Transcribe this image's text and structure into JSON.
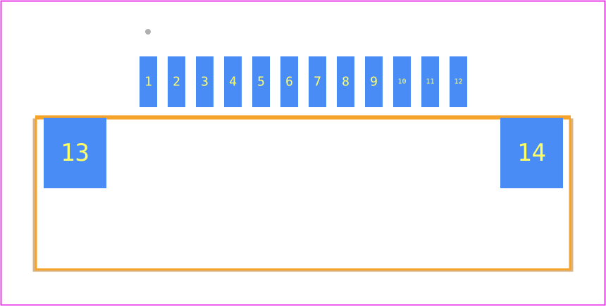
{
  "colors": {
    "border": "#e83ee8",
    "pad": "#4a8cf6",
    "pad_label": "#ffff66",
    "body_outline": "#f5a32a",
    "body_outline_shadow": "#d8b48a",
    "origin_marker": "#b0b0b0"
  },
  "signal_pads": [
    "1",
    "2",
    "3",
    "4",
    "5",
    "6",
    "7",
    "8",
    "9",
    "10",
    "11",
    "12"
  ],
  "mount_pads": [
    "13",
    "14"
  ]
}
